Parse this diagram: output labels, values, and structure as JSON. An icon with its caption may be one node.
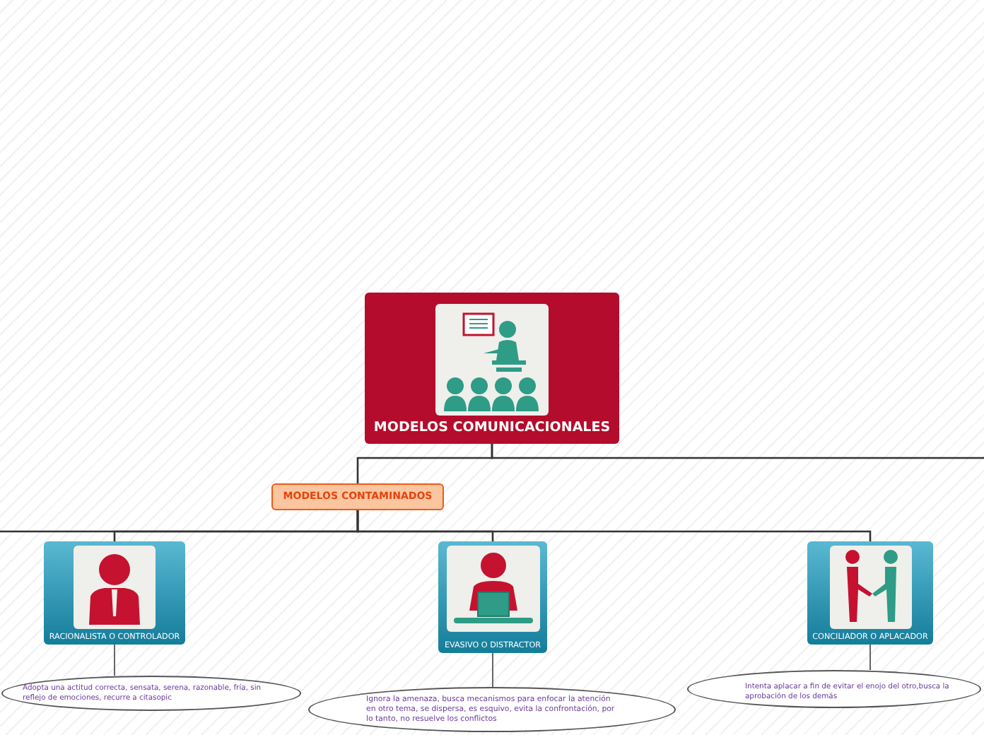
{
  "diagram": {
    "nodes": [
      {
        "text": [
          "MODELOS COMUNICACIONALES"
        ]
      },
      {
        "text": [
          "MODELOS CONTAMINADOS"
        ]
      },
      {
        "text": [
          "RACIONALISTA O CONTROLADOR"
        ]
      },
      {
        "text": [
          "EVASIVO O DISTRACTOR"
        ]
      },
      {
        "text": [
          "CONCILIADOR O APLACADOR"
        ]
      },
      {
        "text": [
          "Adopta una actitud correcta, sensata, serena, razonable, fría, sin reflejo de emociones, recurre a citasopic"
        ]
      },
      {
        "text": [
          "Ignora la amenaza, busca mecanismos para enfocar la atención en otro tema, se dispersa, es esquivo, evita la confrontación, por lo tanto, no resuelve los conflictos"
        ]
      },
      {
        "text": [
          "Intenta aplacar a fin de evitar el enojo del otro,busca la aprobación de los demás"
        ]
      }
    ],
    "edges": [
      {
        "from": 0,
        "to": 1,
        "arrow": "none"
      },
      {
        "from": 0,
        "to": null,
        "arrow": "none"
      },
      {
        "from": 1,
        "to": null,
        "arrow": "none"
      },
      {
        "from": 1,
        "to": 2,
        "arrow": "none"
      },
      {
        "from": 1,
        "to": 3,
        "arrow": "none"
      },
      {
        "from": 1,
        "to": 4,
        "arrow": "none"
      },
      {
        "from": 2,
        "to": 5,
        "arrow": "none"
      },
      {
        "from": 3,
        "to": 6,
        "arrow": "none"
      },
      {
        "from": 4,
        "to": 7,
        "arrow": "none"
      }
    ]
  }
}
